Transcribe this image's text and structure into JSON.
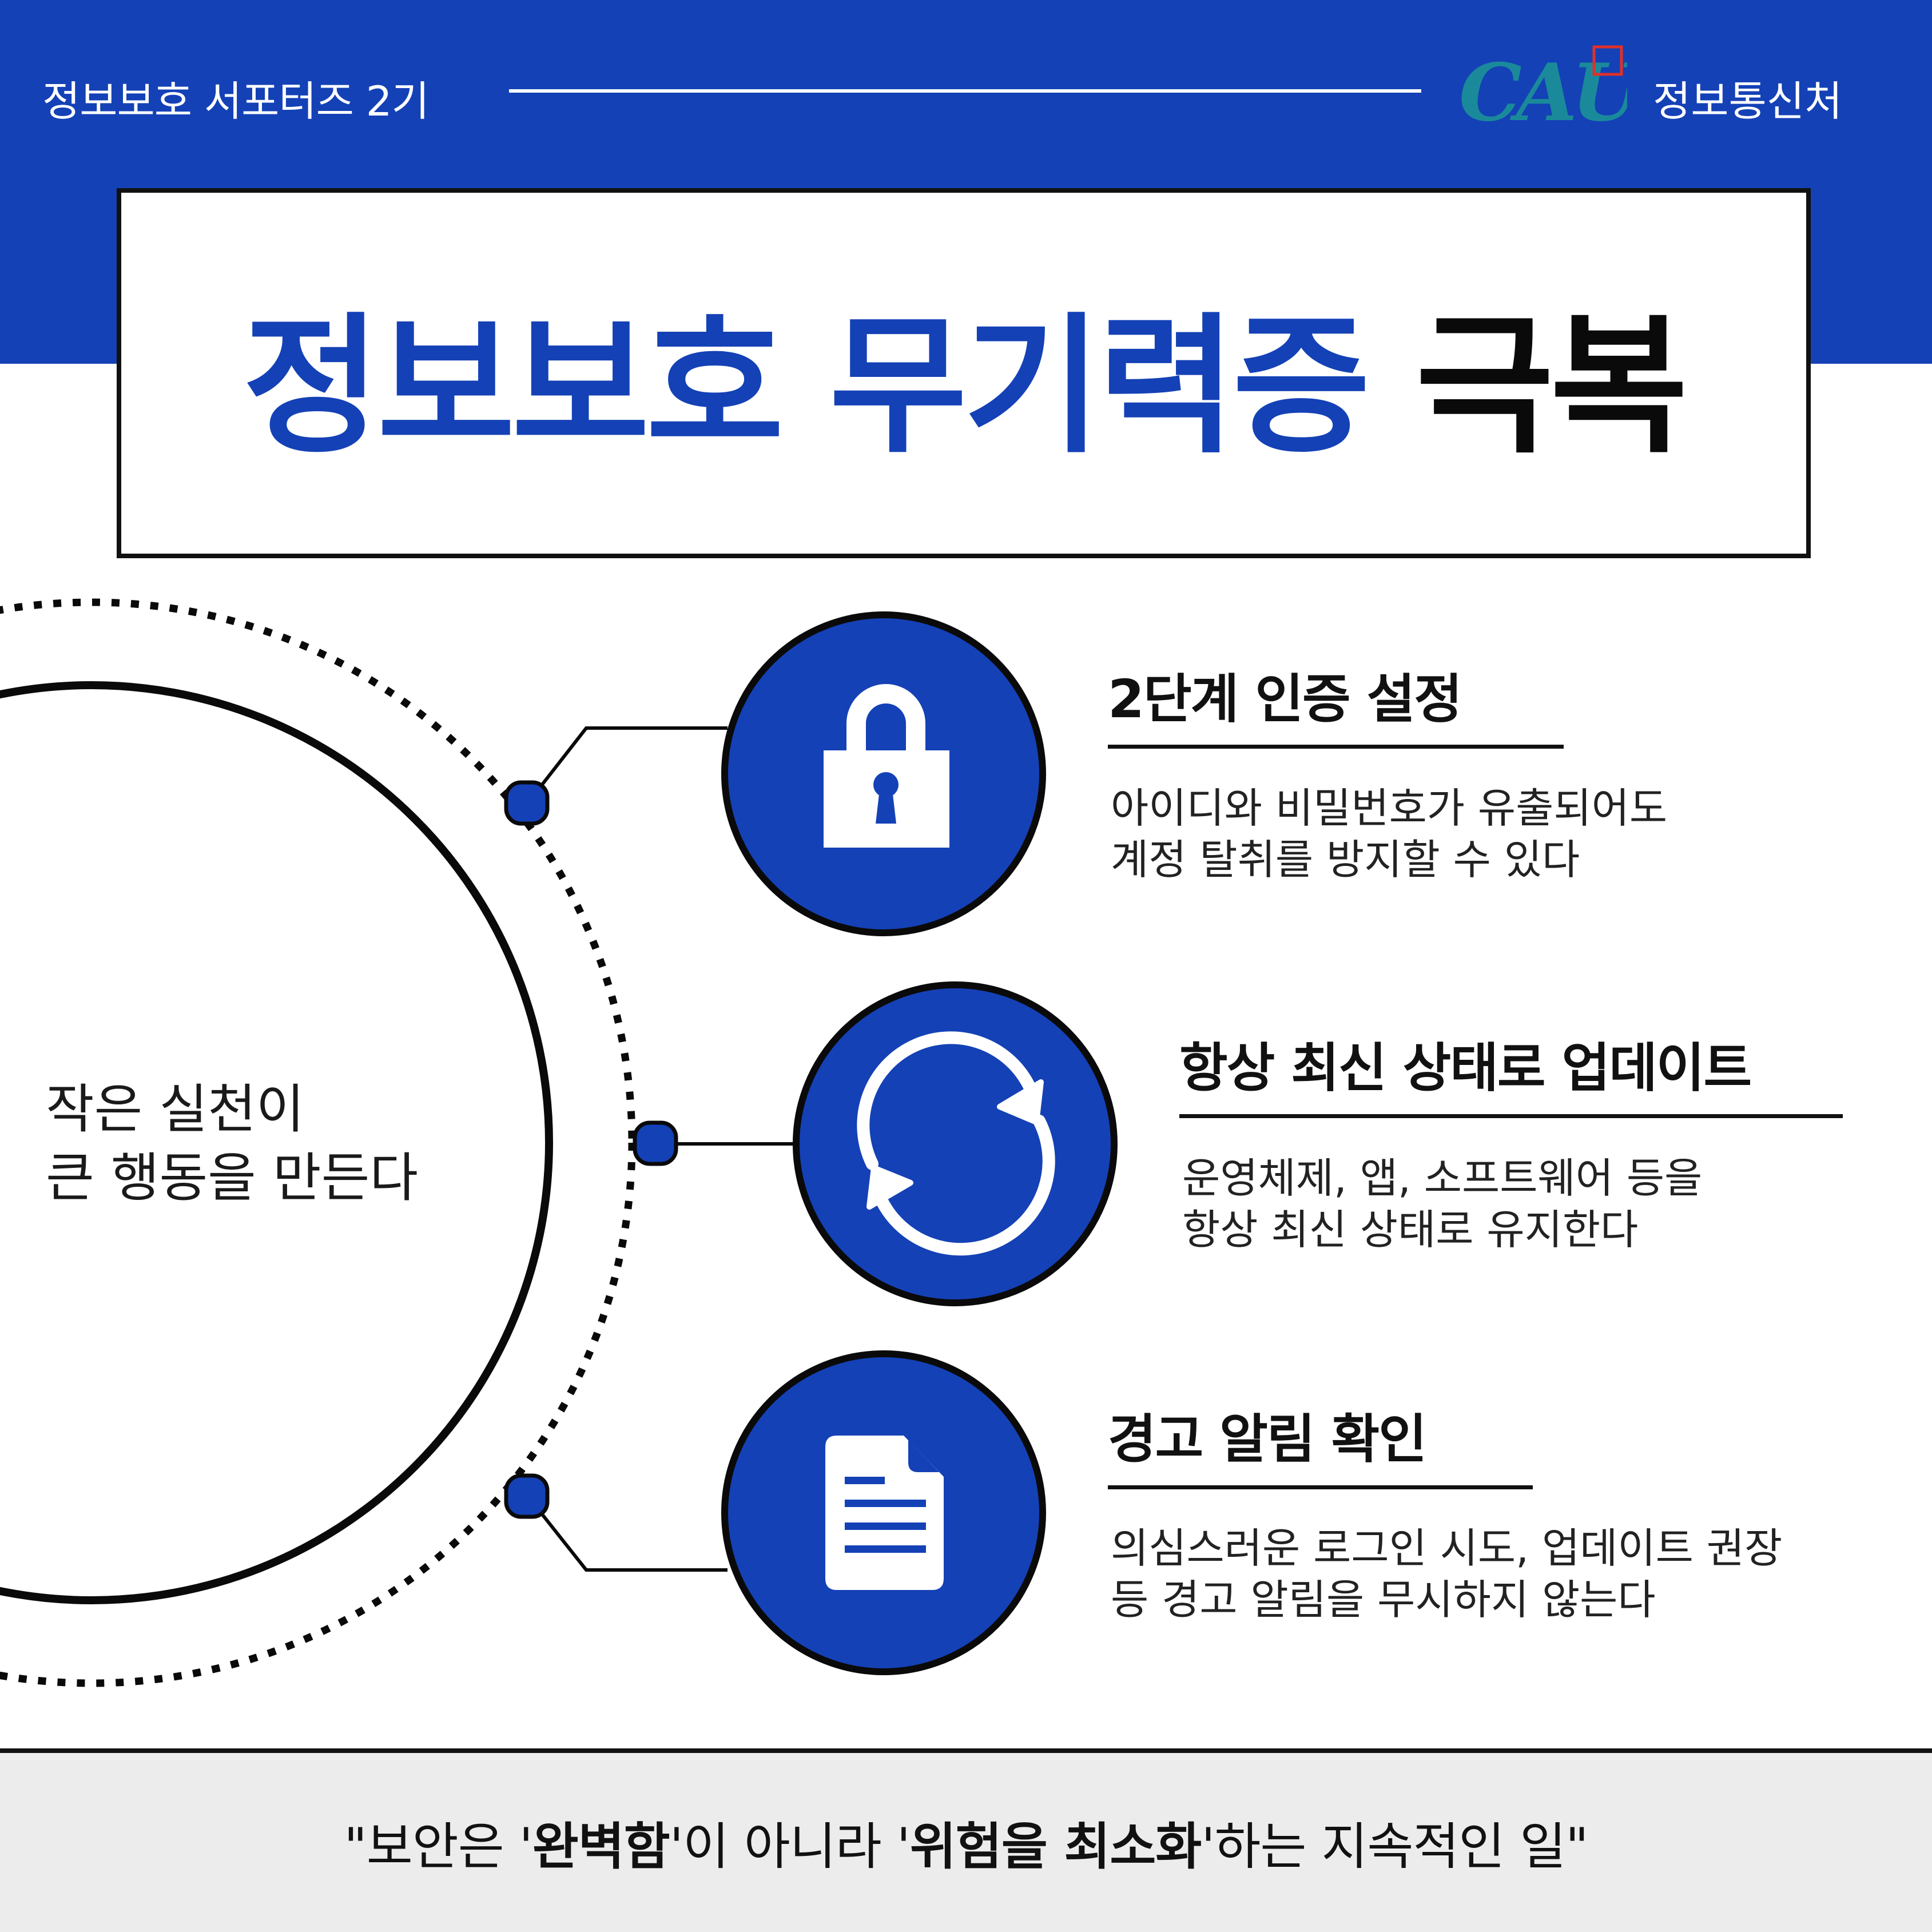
{
  "header": {
    "left_text": "정보보호 서포터즈 2기",
    "logo_text": "CAU",
    "right_text": "정보통신처"
  },
  "title": {
    "blue": "정보보호 무기력증",
    "black": "극복"
  },
  "circle": {
    "line1": "작은 실천이",
    "line2": "큰 행동을 만든다"
  },
  "items": [
    {
      "icon": "lock-icon",
      "title": "2단계 인증 설정",
      "desc1": "아이디와 비밀번호가 유출되어도",
      "desc2": "계정 탈취를 방지할 수 있다"
    },
    {
      "icon": "refresh-icon",
      "title": "항상 최신 상태로 업데이트",
      "desc1": "운영체제, 앱, 소프트웨어 등을",
      "desc2": "항상 최신 상태로 유지한다"
    },
    {
      "icon": "document-icon",
      "title": "경고 알림 확인",
      "desc1": "의심스러운 로그인 시도, 업데이트 권장",
      "desc2": "등 경고 알림을 무시하지 않는다"
    }
  ],
  "footer": {
    "open": "\"보안은 '",
    "bold1": "완벽함",
    "mid": "'이 아니라 '",
    "bold2": "위험을 최소화",
    "close": "'하는 지속적인 일\""
  },
  "colors": {
    "brand_blue": "#1441b6",
    "logo_teal": "#1a8a9a",
    "logo_red": "#e0302a",
    "footer_bg": "#ececec"
  }
}
